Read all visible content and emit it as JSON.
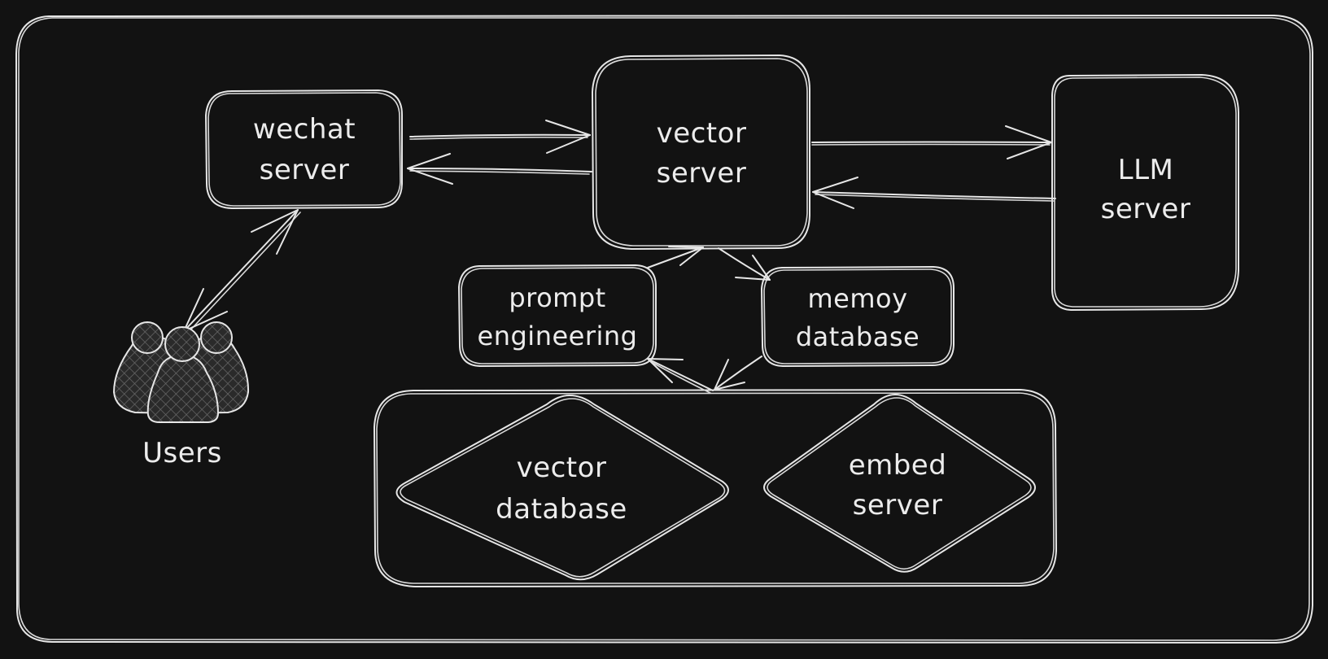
{
  "nodes": {
    "wechat_server": {
      "line1": "wechat",
      "line2": "server"
    },
    "vector_server": {
      "line1": "vector",
      "line2": "server"
    },
    "llm_server": {
      "line1": "LLM",
      "line2": "server"
    },
    "prompt_engineering": {
      "line1": "prompt",
      "line2": "engineering"
    },
    "memory_database": {
      "line1": "memoy",
      "line2": "database"
    },
    "vector_database": {
      "line1": "vector",
      "line2": "database"
    },
    "embed_server": {
      "line1": "embed",
      "line2": "server"
    },
    "users": {
      "label": "Users"
    }
  },
  "colors": {
    "background": "#121212",
    "stroke": "#e6e6e6",
    "text": "#ececec"
  },
  "icons": {
    "users": "users-group-icon"
  }
}
